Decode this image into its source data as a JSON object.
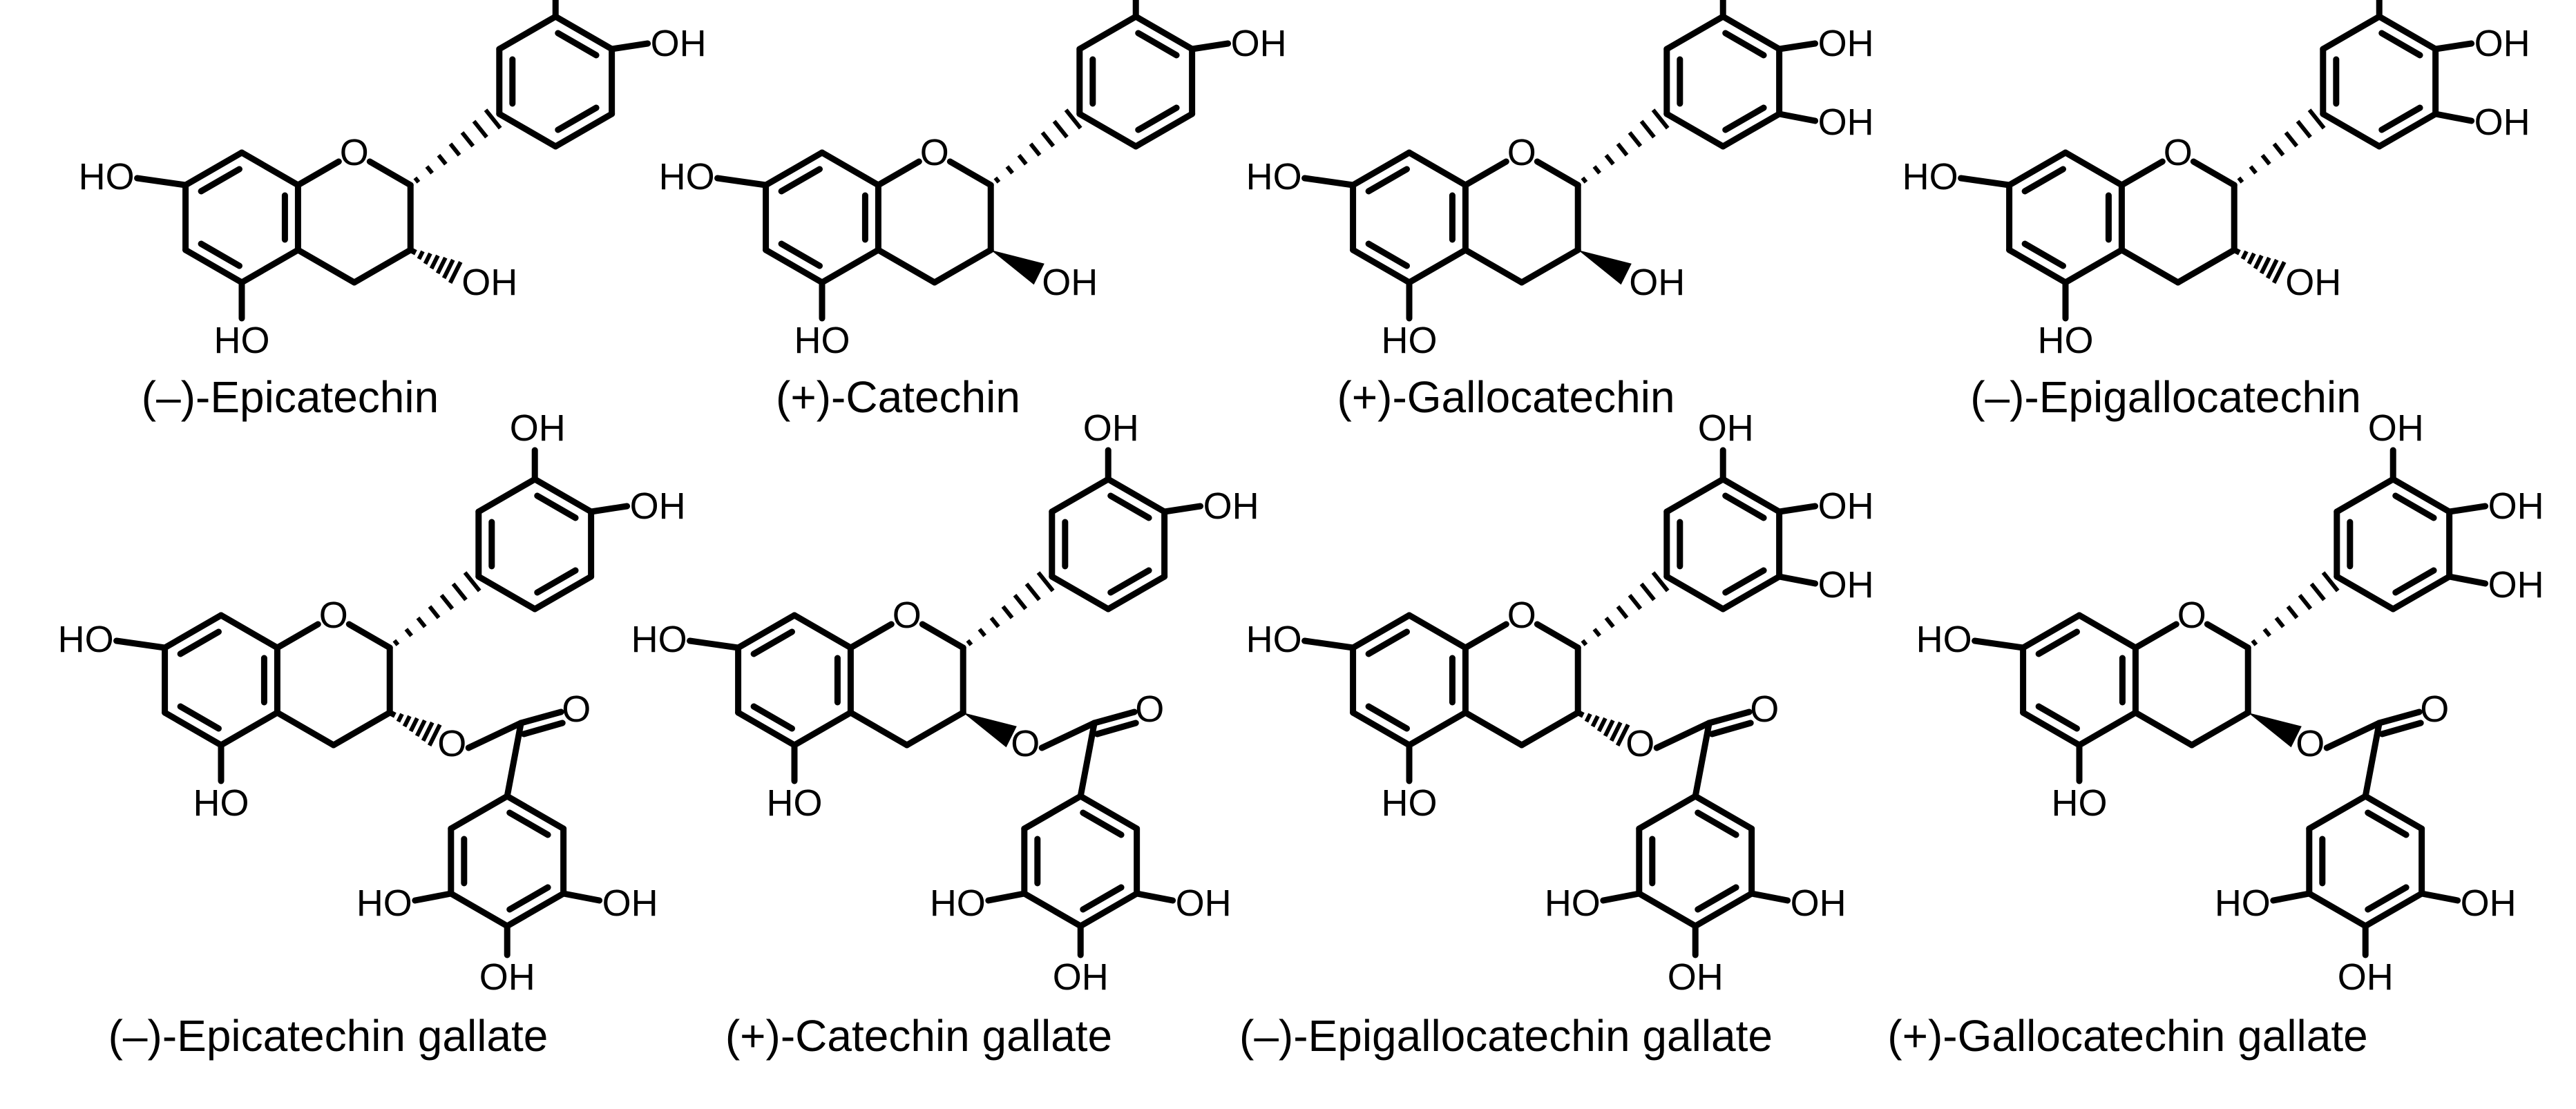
{
  "compounds": [
    {
      "label": "(–)-Epicatechin",
      "ring_b": "catechol",
      "c3_stereo": "hash",
      "c3_substituent": "OH"
    },
    {
      "label": "(+)-Catechin",
      "ring_b": "catechol",
      "c3_stereo": "wedge",
      "c3_substituent": "OH"
    },
    {
      "label": "(+)-Gallocatechin",
      "ring_b": "pyrogallol",
      "c3_stereo": "wedge",
      "c3_substituent": "OH"
    },
    {
      "label": "(–)-Epigallocatechin",
      "ring_b": "pyrogallol",
      "c3_stereo": "hash",
      "c3_substituent": "OH"
    },
    {
      "label": "(–)-Epicatechin gallate",
      "ring_b": "catechol",
      "c3_stereo": "hash",
      "c3_substituent": "galloyl ester"
    },
    {
      "label": "(+)-Catechin gallate",
      "ring_b": "catechol",
      "c3_stereo": "wedge",
      "c3_substituent": "galloyl ester"
    },
    {
      "label": "(–)-Epigallocatechin gallate",
      "ring_b": "pyrogallol",
      "c3_stereo": "hash",
      "c3_substituent": "galloyl ester"
    },
    {
      "label": "(+)-Gallocatechin gallate",
      "ring_b": "pyrogallol",
      "c3_stereo": "wedge",
      "c3_substituent": "galloyl ester"
    }
  ],
  "atom_labels": {
    "hydroxyl_left": "HO",
    "hydroxyl_right": "OH",
    "ring_oxygen": "O",
    "carbonyl_oxygen": "O",
    "ester_oxygen": "O"
  }
}
